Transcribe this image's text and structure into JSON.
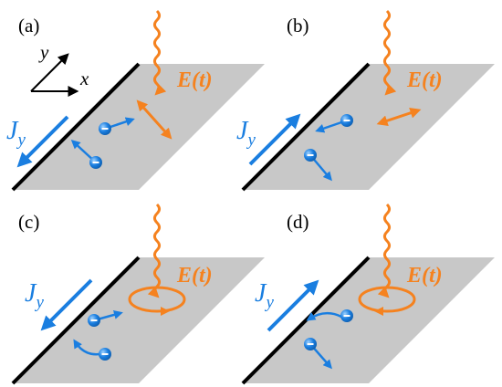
{
  "colors": {
    "plane": "#c8c8c8",
    "edge": "#000000",
    "light": "#f5821f",
    "current": "#1a7ee0",
    "electron": "#1a7ee0"
  },
  "axes": {
    "y_label": "y",
    "x_label": "x"
  },
  "panels": [
    {
      "label": "(a)",
      "current_label": "J",
      "current_sub": "y",
      "current_direction": "down",
      "field_label": "E(t)",
      "polarization": "linear"
    },
    {
      "label": "(b)",
      "current_label": "J",
      "current_sub": "y",
      "current_direction": "up",
      "field_label": "E(t)",
      "polarization": "linear"
    },
    {
      "label": "(c)",
      "current_label": "J",
      "current_sub": "y",
      "current_direction": "down",
      "field_label": "E(t)",
      "polarization": "circular"
    },
    {
      "label": "(d)",
      "current_label": "J",
      "current_sub": "y",
      "current_direction": "up",
      "field_label": "E(t)",
      "polarization": "circular"
    }
  ]
}
